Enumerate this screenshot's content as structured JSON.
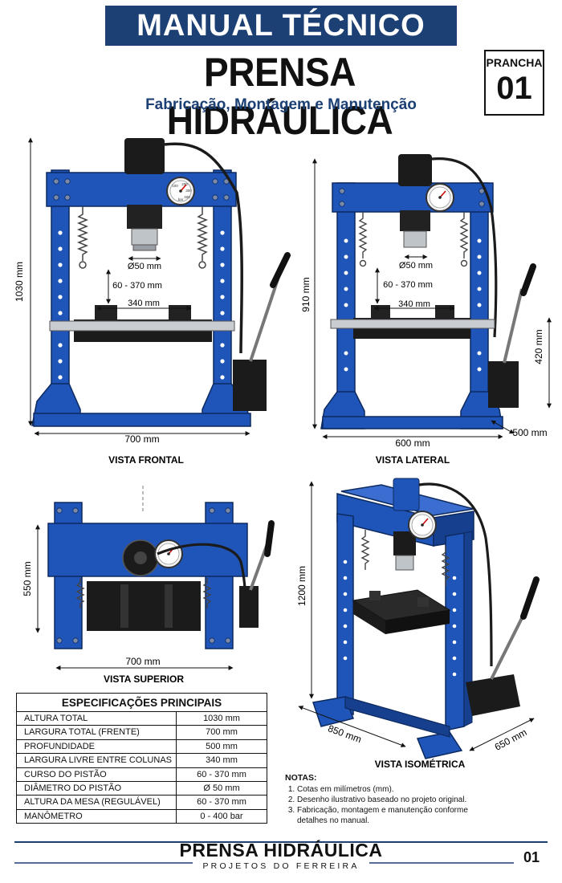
{
  "header": {
    "banner": "MANUAL TÉCNICO",
    "title": "PRENSA HIDRÁULICA",
    "subtitle": "Fabricação, Montagem e Manutenção",
    "sheet_label": "PRANCHA",
    "sheet_number": "01"
  },
  "views": {
    "front": {
      "caption": "VISTA FRONTAL",
      "dim_height": "1030 mm",
      "dim_width": "700 mm",
      "dim_piston": "Ø50 mm",
      "dim_stroke": "60 - 370 mm",
      "dim_clear": "340 mm"
    },
    "side": {
      "caption": "VISTA LATERAL",
      "dim_height": "910 mm",
      "dim_table": "420 mm",
      "dim_width": "600 mm",
      "dim_depth": "500 mm",
      "dim_piston": "Ø50 mm",
      "dim_stroke": "60 - 370 mm",
      "dim_clear": "340 mm"
    },
    "top": {
      "caption": "VISTA SUPERIOR",
      "dim_depth": "550 mm",
      "dim_width": "700 mm"
    },
    "iso": {
      "caption": "VISTA ISOMÉTRICA",
      "dim_height": "1200 mm",
      "dim_left": "850 mm",
      "dim_right": "650 mm"
    }
  },
  "gauge": {
    "scale": [
      "100",
      "200",
      "300",
      "400"
    ],
    "unit": "bar"
  },
  "specs": {
    "title": "ESPECIFICAÇÕES PRINCIPAIS",
    "rows": [
      {
        "label": "ALTURA TOTAL",
        "value": "1030 mm"
      },
      {
        "label": "LARGURA TOTAL (FRENTE)",
        "value": "700 mm"
      },
      {
        "label": "PROFUNDIDADE",
        "value": "500 mm"
      },
      {
        "label": "LARGURA LIVRE ENTRE COLUNAS",
        "value": "340 mm"
      },
      {
        "label": "CURSO DO PISTÃO",
        "value": "60 - 370 mm"
      },
      {
        "label": "DIÂMETRO DO PISTÃO",
        "value": "Ø 50 mm"
      },
      {
        "label": "ALTURA DA MESA (REGULÁVEL)",
        "value": "60 - 370 mm"
      },
      {
        "label": "MANÔMETRO",
        "value": "0 - 400 bar"
      }
    ]
  },
  "notes": {
    "title": "NOTAS:",
    "items": [
      "Cotas em milímetros (mm).",
      "Desenho ilustrativo baseado no projeto original.",
      "Fabricação, montagem e manutenção conforme detalhes no manual."
    ]
  },
  "footer": {
    "title": "PRENSA HIDRÁULICA",
    "subtitle": "PROJETOS DO FERREIRA",
    "page_number": "01"
  },
  "colors": {
    "frame_blue": "#1f55b8",
    "dark_blue": "#123a80",
    "banner_navy": "#1c3f74",
    "black_parts": "#1b1b1b"
  }
}
